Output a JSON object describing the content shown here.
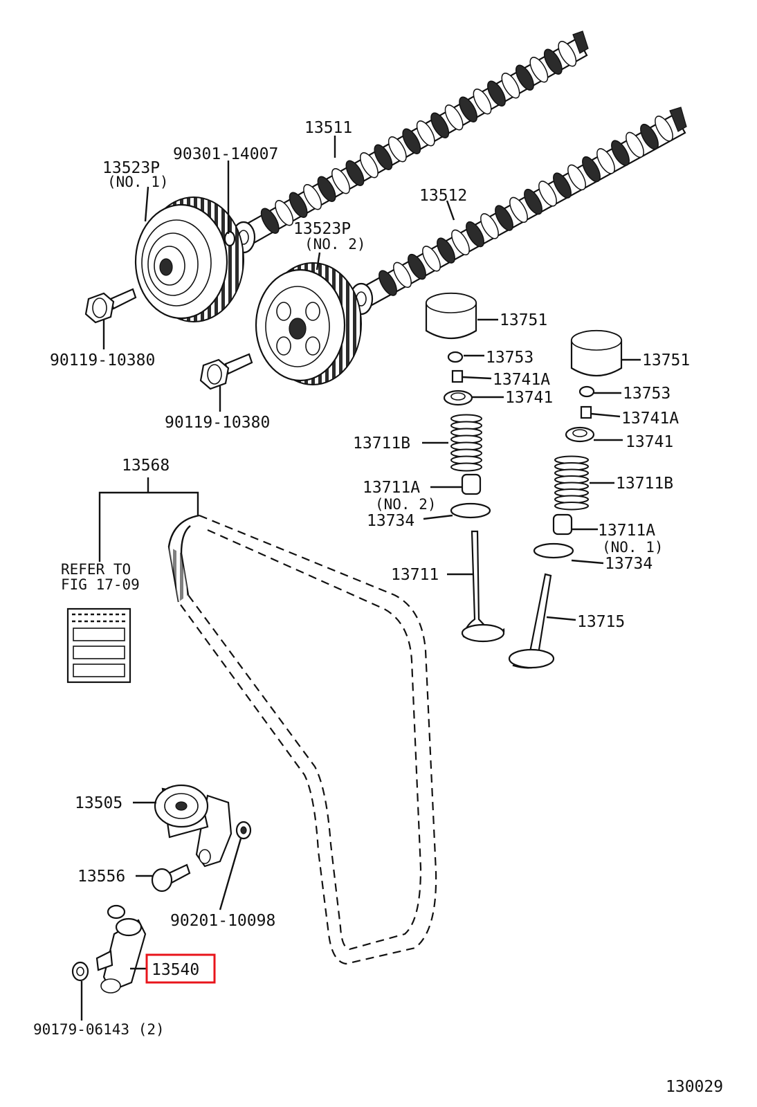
{
  "diagram_number": "130029",
  "highlight_color": "#e8141b",
  "highlighted_part": "13540",
  "labels": {
    "p13511": "13511",
    "p90301_14007": "90301-14007",
    "p13523p_1": "13523P",
    "p13523p_1_sub": "(NO. 1)",
    "p13512": "13512",
    "p13523p_2": "13523P",
    "p13523p_2_sub": "(NO. 2)",
    "p90119_10380_a": "90119-10380",
    "p90119_10380_b": "90119-10380",
    "p13751_a": "13751",
    "p13753_a": "13753",
    "p13741a_a": "13741A",
    "p13741_a": "13741",
    "p13711b_a": "13711B",
    "p13711a_a": "13711A",
    "p13711a_a_sub": "(NO. 2)",
    "p13734_a": "13734",
    "p13711": "13711",
    "p13751_b": "13751",
    "p13753_b": "13753",
    "p13741a_b": "13741A",
    "p13741_b": "13741",
    "p13711b_b": "13711B",
    "p13711a_b": "13711A",
    "p13711a_b_sub": "(NO. 1)",
    "p13734_b": "13734",
    "p13715": "13715",
    "p13568": "13568",
    "refer_line1": "REFER TO",
    "refer_line2": "FIG 17-09",
    "p13505": "13505",
    "p13556": "13556",
    "p90201_10098": "90201-10098",
    "p13540": "13540",
    "p90179_06143": "90179-06143 (2)"
  },
  "icons": {
    "camshaft": "camshaft-icon",
    "sprocket": "timing-gear-icon",
    "bolt": "flange-bolt-icon",
    "lifter": "valve-lifter-icon",
    "spring": "valve-spring-icon",
    "valve": "valve-icon",
    "belt": "timing-belt-icon",
    "idler": "idler-pulley-icon",
    "tensioner": "belt-tensioner-icon",
    "booklet": "reference-booklet-icon"
  }
}
